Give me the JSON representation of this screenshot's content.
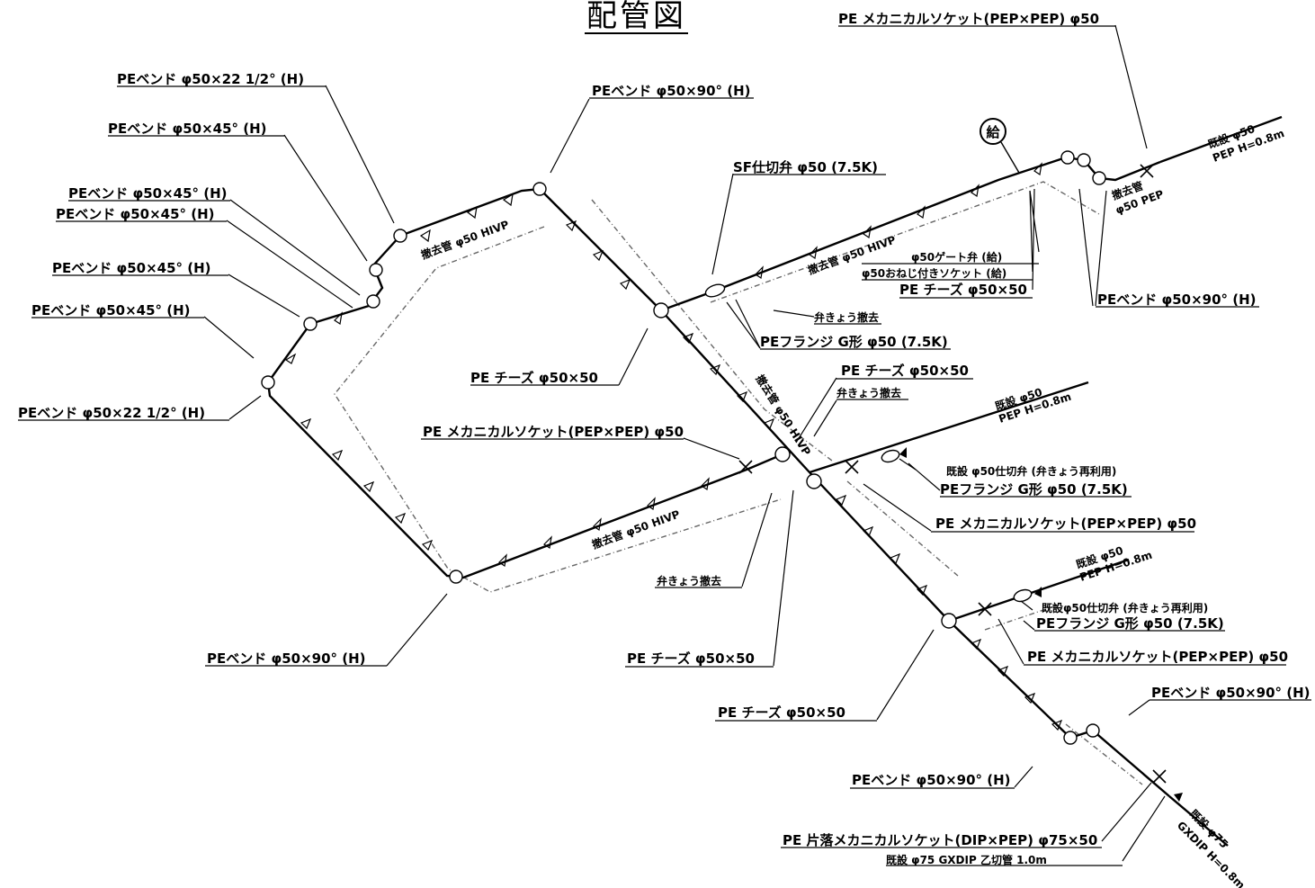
{
  "title": "配管図",
  "labels": {
    "mech_socket_top": "PE メカニカルソケット(PEP×PEP) φ50",
    "bend_22_top": "PEベンド φ50×22 1/2° (H)",
    "bend_90_top": "PEベンド φ50×90° (H)",
    "bend_45_a": "PEベンド φ50×45° (H)",
    "bend_45_b": "PEベンド φ50×45° (H)",
    "bend_45_c": "PEベンド φ50×45° (H)",
    "bend_45_d": "PEベンド φ50×45° (H)",
    "bend_45_e": "PEベンド φ50×45° (H)",
    "bend_22_left": "PEベンド φ50×22 1/2° (H)",
    "sf_valve": "SF仕切弁 φ50 (7.5K)",
    "kyu_symbol": "給",
    "exist_pep_top": "既設 φ50",
    "exist_pep_top_h": "PEP H=0.8m",
    "remove_pipe_top": "撤去管",
    "remove_pipe_top2": "φ50 PEP",
    "gate_valve_kyu": "φ50ゲート弁 (給)",
    "socket_kyu": "φ50おねじ付きソケット (給)",
    "tees_top": "PE チーズ φ50×50",
    "bend_90_right_top": "PEベンド φ50×90° (H)",
    "remove_hivp_top": "撤去管 φ50 HIVP",
    "remove_hivp_upper": "撤去管 φ50 HIVP",
    "valve_box_remove_1": "弁きょう撤去",
    "flange_g_1": "PEフランジ G形 φ50 (7.5K)",
    "tees_center_up": "PE チーズ φ50×50",
    "valve_box_remove_2": "弁きょう撤去",
    "tees_left": "PE チーズ φ50×50",
    "remove_hivp_diag": "撤去管 φ50 HIVP",
    "mech_socket_mid": "PE メカニカルソケット(PEP×PEP) φ50",
    "exist_pep_mid": "既設 φ50",
    "exist_pep_mid_h": "PEP H=0.8m",
    "exist_valve_mid": "既設 φ50仕切弁 (弁きょう再利用)",
    "flange_g_2": "PEフランジ G形 φ50 (7.5K)",
    "mech_socket_mid2": "PE メカニカルソケット(PEP×PEP) φ50",
    "remove_hivp_lower": "撤去管 φ50 HIVP",
    "valve_box_remove_3": "弁きょう撤去",
    "bend_90_bottom_left": "PEベンド φ50×90° (H)",
    "tees_bottom": "PE チーズ φ50×50",
    "exist_pep_low": "既設 φ50",
    "exist_pep_low_h": "PEP H=0.8m",
    "exist_valve_low": "既設φ50仕切弁 (弁きょう再利用)",
    "flange_g_3": "PEフランジ G形 φ50 (7.5K)",
    "mech_socket_low": "PE メカニカルソケット(PEP×PEP) φ50",
    "tees_bottom2": "PE チーズ φ50×50",
    "bend_90_right_low": "PEベンド φ50×90° (H)",
    "bend_90_bottom": "PEベンド φ50×90° (H)",
    "dip_socket": "PE 片落メカニカルソケット(DIP×PEP) φ75×50",
    "exist_gxdip": "既設 φ75 GXDIP 乙切管 1.0m",
    "exist_gxdip_diag": "既設 φ75",
    "exist_gxdip_diag_h": "GXDIP H=0.8m"
  }
}
